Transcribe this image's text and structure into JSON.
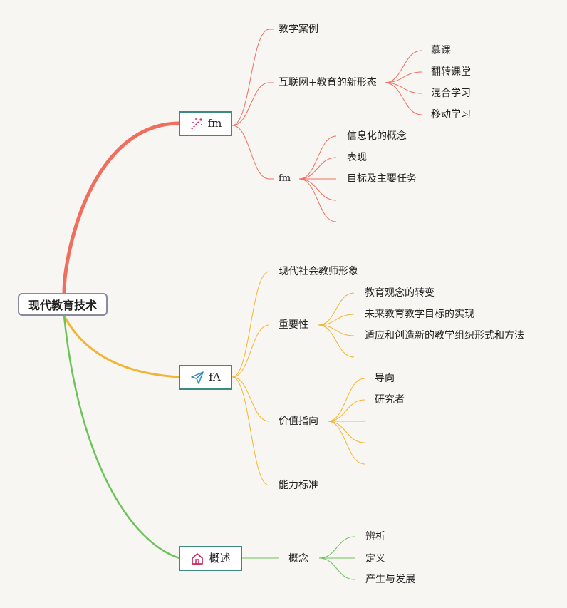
{
  "root": {
    "label": "现代教育技术"
  },
  "colors": {
    "red": "#f06e5e",
    "yellow": "#f2b531",
    "green": "#6bc45a"
  },
  "branches": [
    {
      "label": "fm",
      "icon": "sparkle-icon",
      "children": [
        {
          "label": "教学案例"
        },
        {
          "label": "互联网+教育的新形态",
          "children": [
            "慕课",
            "翻转课堂",
            "混合学习",
            "移动学习"
          ]
        },
        {
          "label": "fm",
          "children": [
            "信息化的概念",
            "表现",
            "目标及主要任务",
            "",
            ""
          ]
        }
      ]
    },
    {
      "label": "fA",
      "icon": "paper-plane-icon",
      "children": [
        {
          "label": "现代社会教师形象"
        },
        {
          "label": "重要性",
          "children": [
            "教育观念的转变",
            "未来教育教学目标的实现",
            "适应和创造新的教学组织形式和方法",
            ""
          ]
        },
        {
          "label": "价值指向",
          "children": [
            "导向",
            "研究者",
            "",
            "",
            ""
          ]
        },
        {
          "label": "能力标准"
        }
      ]
    },
    {
      "label": "概述",
      "icon": "home-icon",
      "children": [
        {
          "label": "概念",
          "children": [
            "辨析",
            "定义",
            "产生与发展"
          ]
        }
      ]
    }
  ]
}
